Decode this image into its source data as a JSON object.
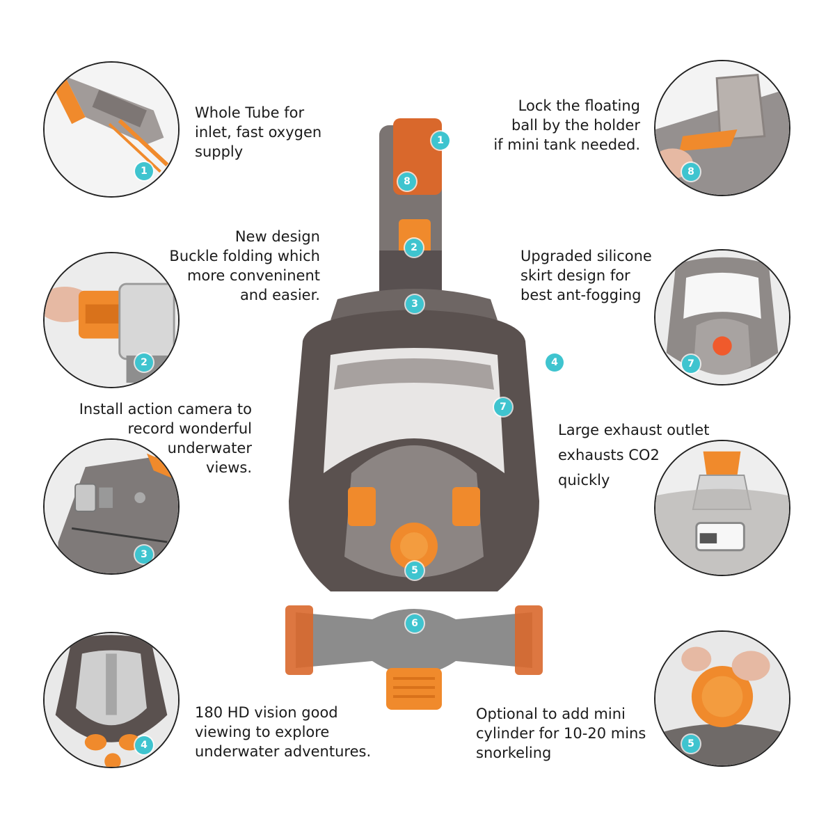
{
  "colors": {
    "accent_orange": "#f08a2c",
    "badge_teal": "#3fc4cf",
    "mask_gray": "#5a514f",
    "skirt_gray": "#8c8c8c"
  },
  "captions": {
    "tube": "Whole Tube for\ninlet, fast oxygen\nsupply",
    "lock": "Lock the floating\nball by the holder\nif mini tank needed.",
    "buckle": "New design\nBuckle folding which\nmore conveninent\nand easier.",
    "skirt": "Upgraded silicone\nskirt design for\nbest ant-fogging",
    "camera": "Install action camera to\nrecord wonderful\nunderwater\nviews.",
    "exhaust": "Large exhaust outlet\nexhausts CO2\nquickly",
    "vision": "180 HD vision good\nviewing to explore\nunderwater adventures.",
    "cylinder": "Optional to add mini\ncylinder for 10-20 mins\nsnorkeling"
  },
  "badges": {
    "b1": "1",
    "b2": "2",
    "b3": "3",
    "b4": "4",
    "b5": "5",
    "b6": "6",
    "b7": "7",
    "b8": "8"
  },
  "icons": {
    "tube": "snorkel-tube-icon",
    "buckle": "buckle-icon",
    "camera": "camera-mount-icon",
    "vision": "mask-lens-icon",
    "lock": "float-lock-icon",
    "skirt": "silicone-skirt-icon",
    "exhaust": "exhaust-valve-icon",
    "cylinder": "valve-knob-icon"
  }
}
